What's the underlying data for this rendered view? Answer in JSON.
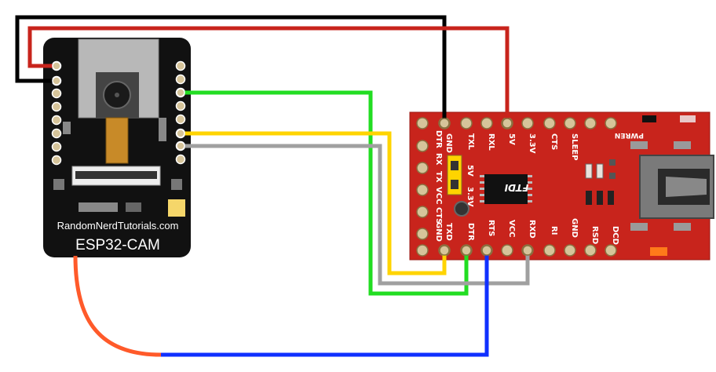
{
  "esp32": {
    "website": "RandomNerdTutorials.com",
    "model": "ESP32-CAM"
  },
  "ftdi": {
    "chip": "FTDI",
    "top_pins": [
      "GND",
      "TXL",
      "RXL",
      "5V",
      "3.3V",
      "CTS",
      "SLEEP"
    ],
    "pwren": "PWREN",
    "left_pins": [
      "DTR",
      "RX",
      "TX",
      "VCC",
      "CTS",
      "GND"
    ],
    "jumper": [
      "5V",
      "3.3V"
    ],
    "bottom_pins": [
      "TXD",
      "DTR",
      "RTS",
      "VCC",
      "RXD",
      "RI",
      "GND",
      "RSD",
      "DCD"
    ]
  },
  "colors": {
    "board_black": "#111111",
    "ftdi_red": "#c8241c",
    "wire_black": "#000000",
    "wire_red": "#c8241c",
    "wire_green": "#22dd22",
    "wire_yellow": "#ffd400",
    "wire_gray": "#a0a0a0",
    "wire_blue": "#1030ff",
    "wire_orange": "#ff5a2a"
  }
}
